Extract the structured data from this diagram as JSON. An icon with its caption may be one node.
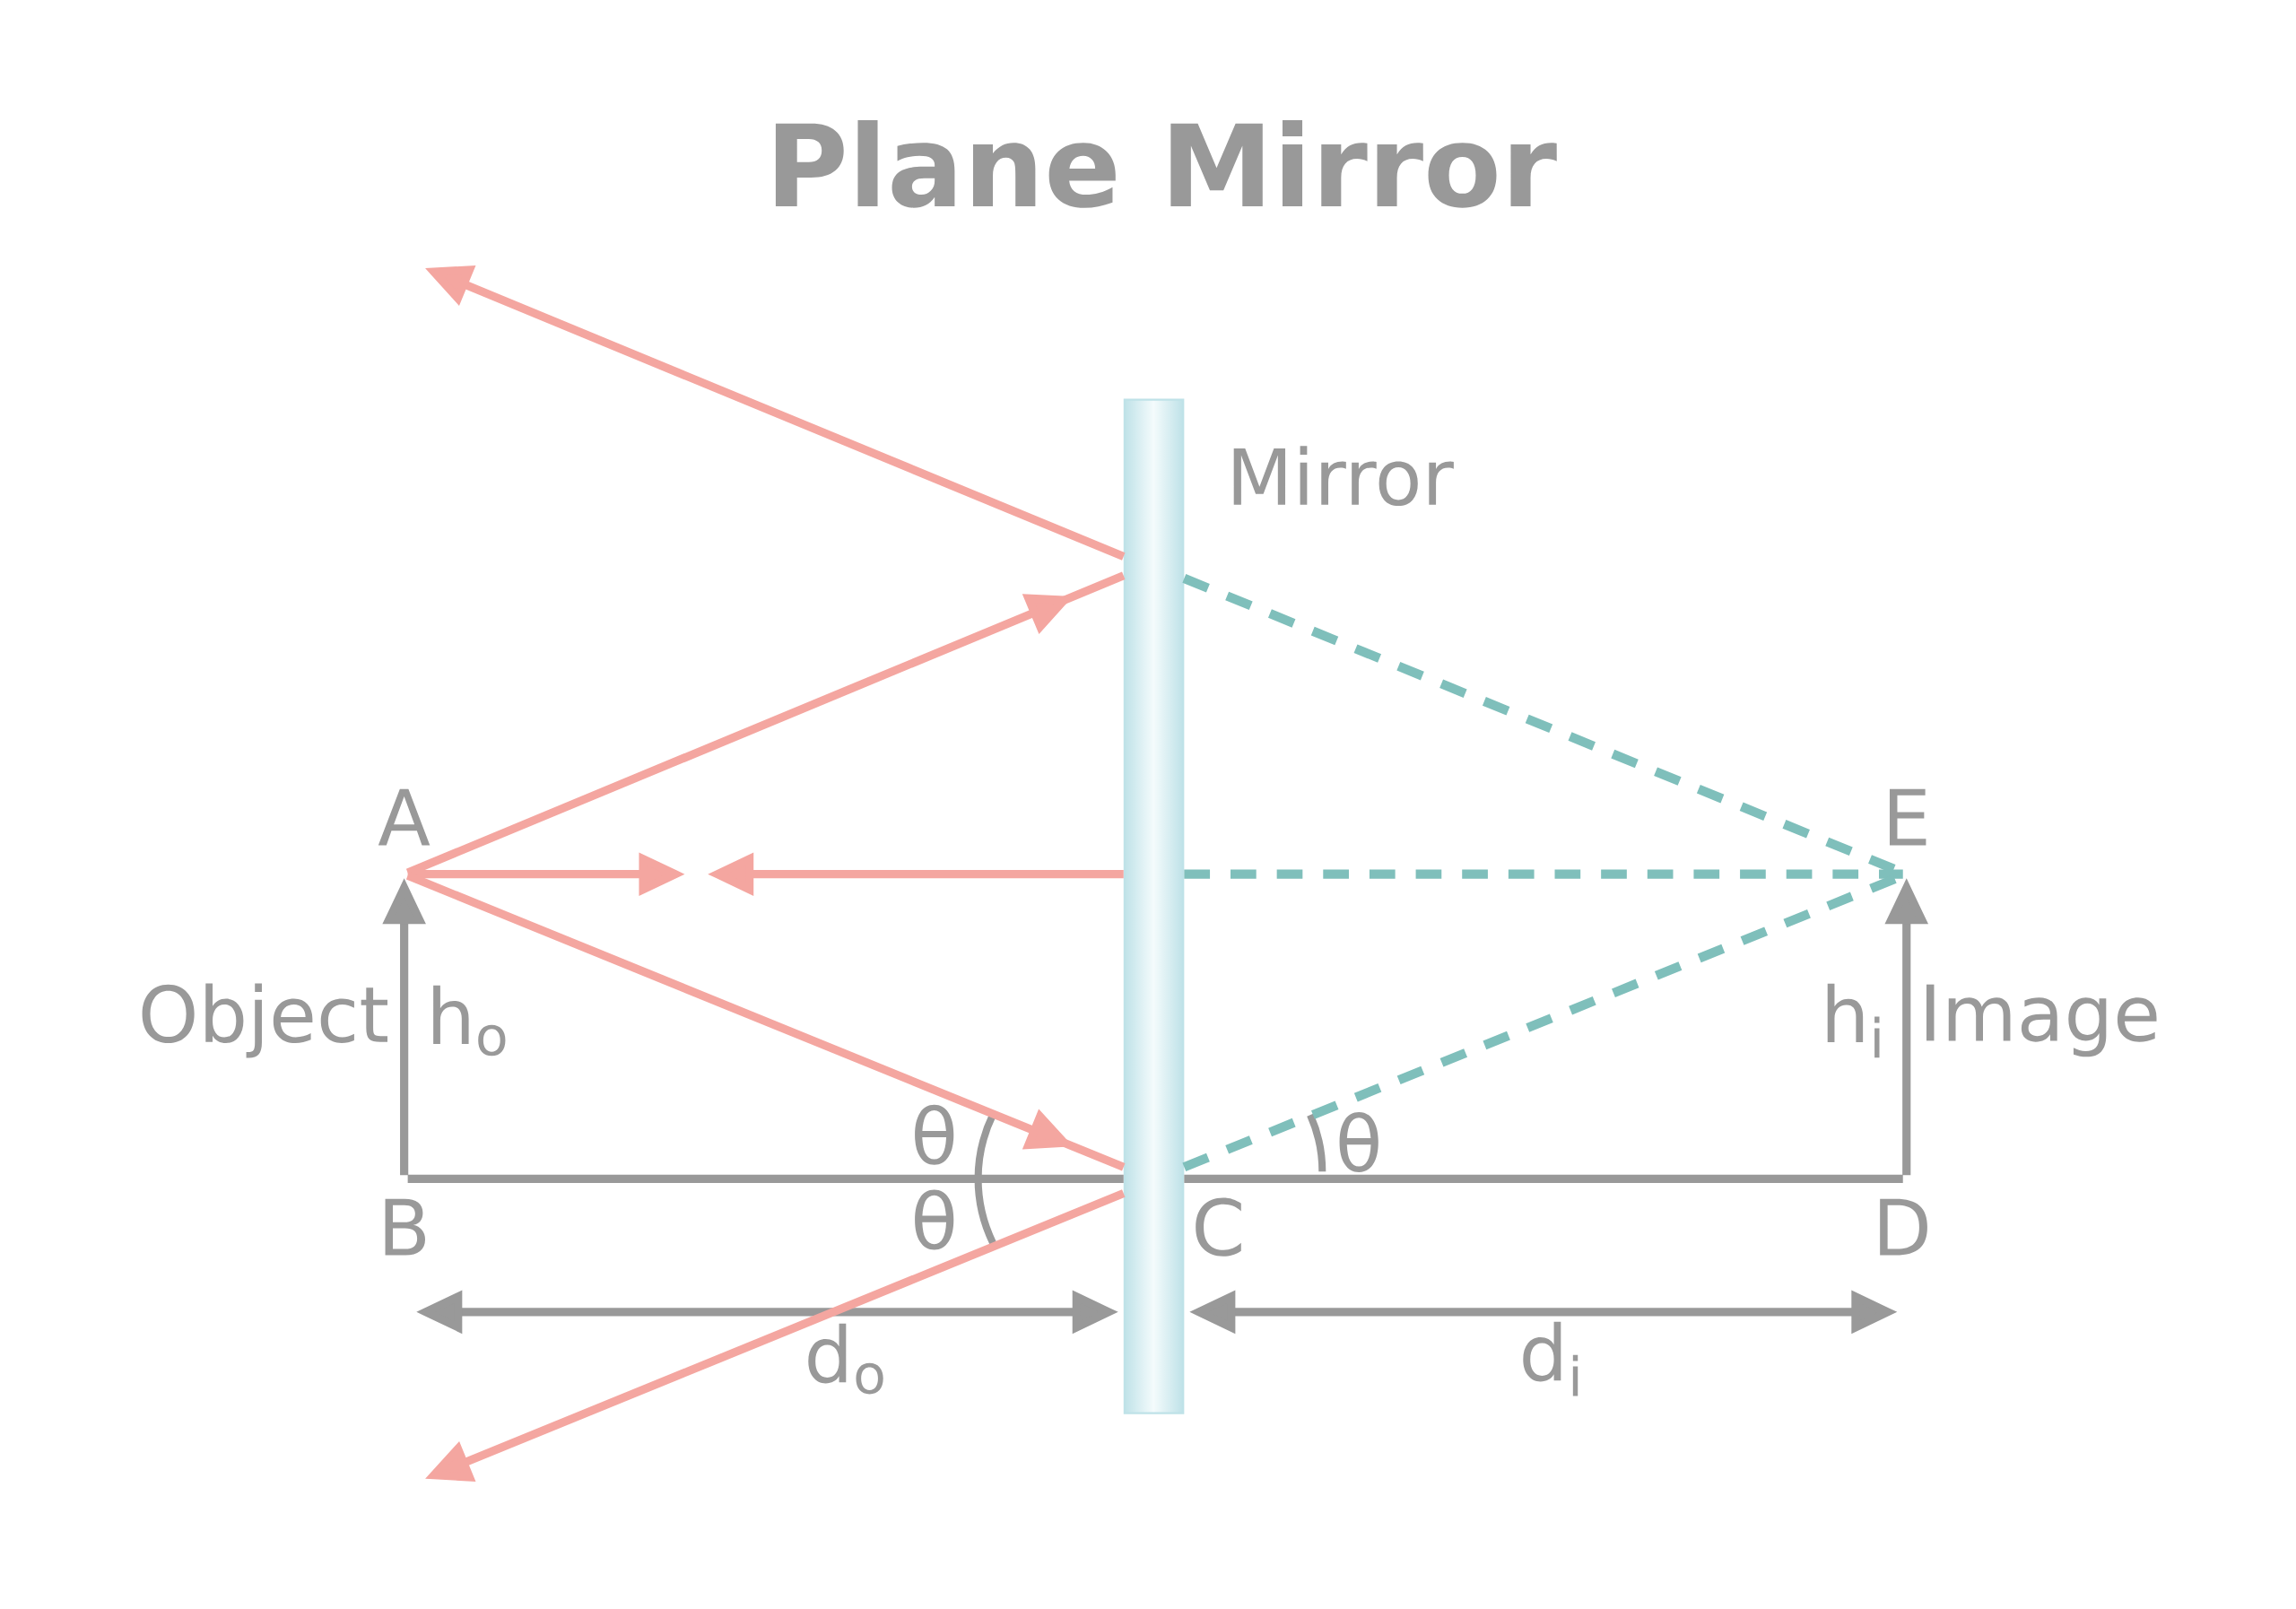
{
  "diagram": {
    "title": "Plane Mirror",
    "nodes": [
      {
        "text": [],
        "shape": "bar",
        "beside": [
          "Mirror"
        ]
      },
      {
        "text": [
          "A"
        ]
      },
      {
        "text": [
          "B"
        ]
      },
      {
        "text": [
          "D"
        ]
      },
      {
        "text": [
          "E"
        ]
      }
    ],
    "edges": [
      {
        "from": 2,
        "to": 1,
        "arrow": "to",
        "color": "#999999"
      },
      {
        "from": 3,
        "to": 4,
        "arrow": "to",
        "color": "#999999"
      },
      {
        "from": 2,
        "to": 0,
        "arrow": "none",
        "color": "#999999"
      },
      {
        "from": 0,
        "to": 3,
        "arrow": "none",
        "color": "#999999"
      },
      {
        "from": 1,
        "to": 0,
        "arrow": "to"
      },
      {
        "from": 0,
        "to": null,
        "arrow": "to"
      },
      {
        "from": 1,
        "to": null,
        "arrow": "to"
      },
      {
        "from": 0,
        "to": null,
        "arrow": "to"
      },
      {
        "from": 1,
        "to": 0,
        "arrow": "to"
      },
      {
        "from": 0,
        "to": null,
        "arrow": "to"
      },
      {
        "from": 0,
        "to": 4,
        "arrow": "none",
        "style": "dashed",
        "color": "#7fbfbb"
      },
      {
        "from": 0,
        "to": 4,
        "arrow": "none",
        "style": "dashed",
        "color": "#7fbfbb"
      },
      {
        "from": 0,
        "to": 4,
        "arrow": "none",
        "style": "dashed",
        "color": "#7fbfbb"
      }
    ],
    "labels": [
      "Object",
      "h$_{o}$",
      "h$_{i}$",
      "Image",
      "θ",
      "θ",
      "θ",
      "C",
      "d$_{o}$",
      "d$_{i}$"
    ]
  }
}
